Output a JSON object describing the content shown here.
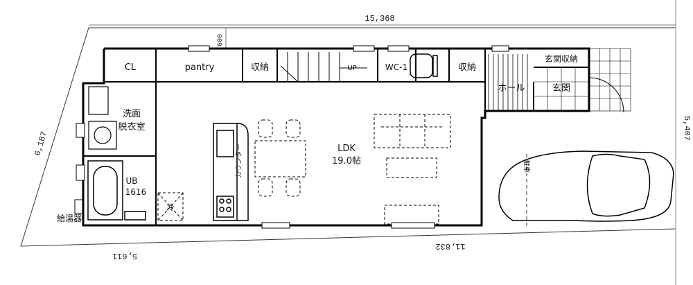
{
  "dimensions": {
    "top": "15,368",
    "top_small": "600",
    "left": "6,187",
    "right": "5,407",
    "bottom_right": "11,832",
    "bottom_left": "5,611"
  },
  "rooms": {
    "cl": "CL",
    "pantry": "pantry",
    "storage1": "収納",
    "storage2": "収納",
    "wc": "WC-1",
    "up": "UP",
    "entrance_storage": "玄関収納",
    "hall": "ホール",
    "entrance": "玄関",
    "washroom_line1": "洗面",
    "washroom_line2": "脱衣室",
    "ub_line1": "UB",
    "ub_line2": "1616",
    "fridge": "冷",
    "counter": "カウンター",
    "ldk_line1": "LDK",
    "ldk_line2": "19.0帖",
    "water_heater": "給湯器",
    "parking_text": "駐車"
  }
}
